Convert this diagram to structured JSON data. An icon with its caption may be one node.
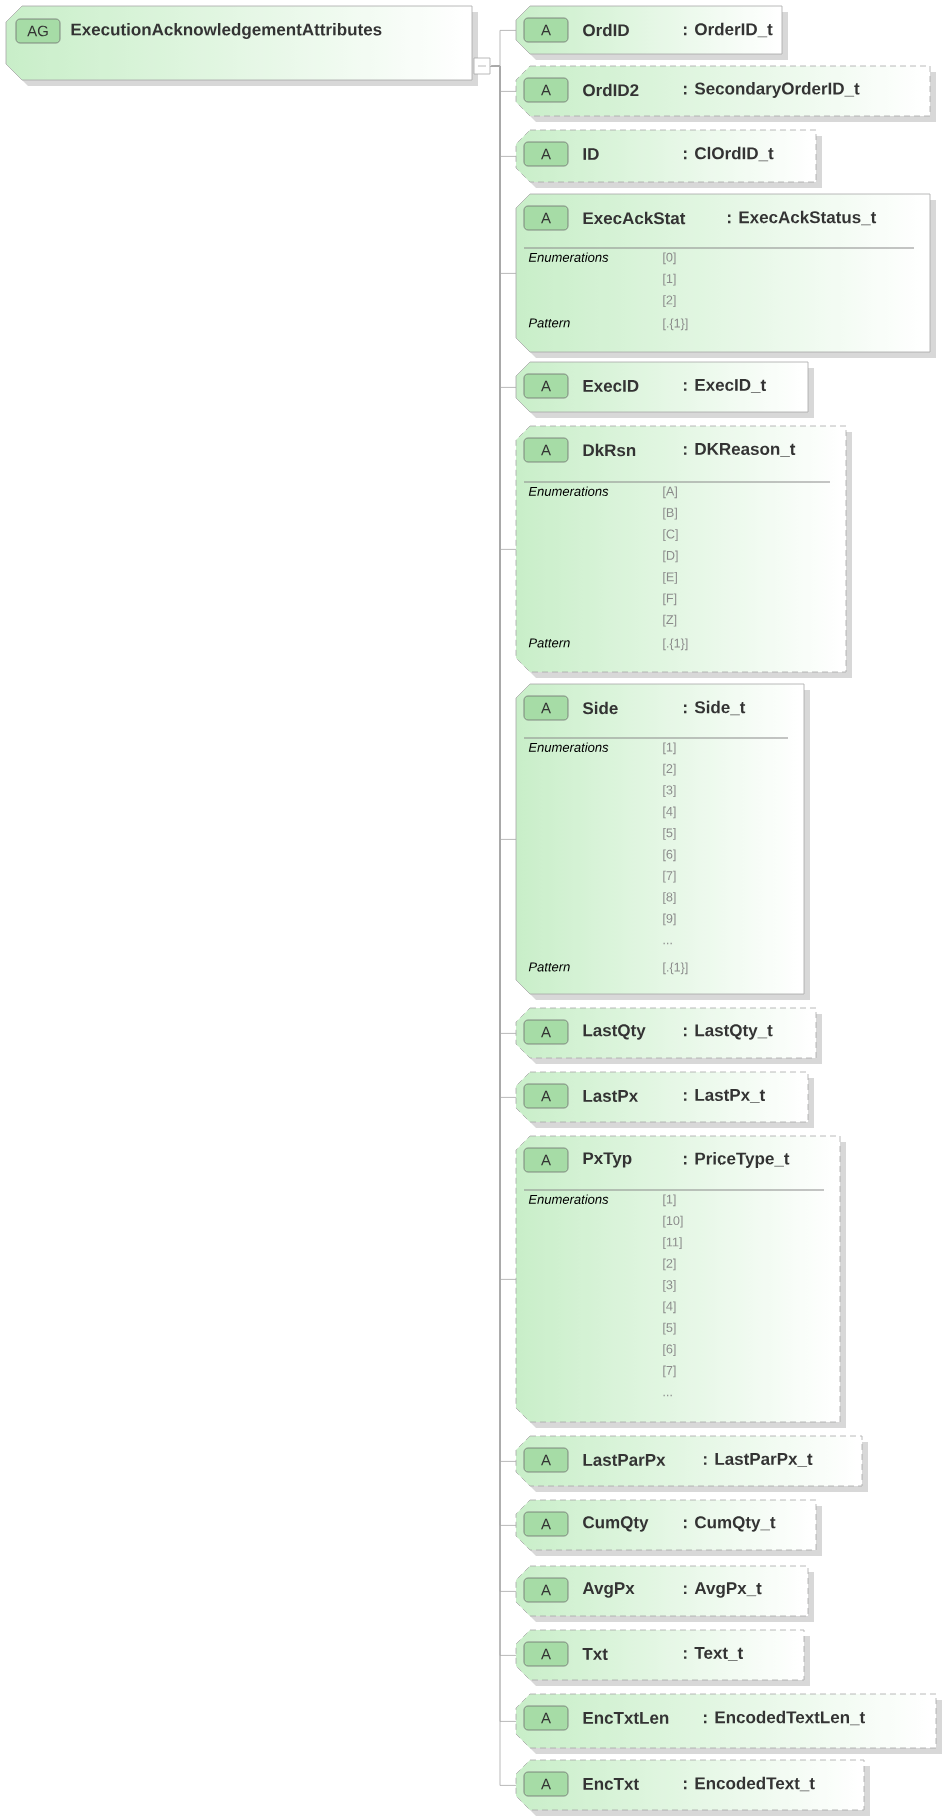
{
  "diagram": {
    "nodes": [
      {
        "text": [
          "AG",
          "ExecutionAcknowledgementAttributes"
        ]
      },
      {
        "text": [
          "A",
          "OrdID",
          ": OrderID_t"
        ]
      },
      {
        "text": [
          "A",
          "OrdID2",
          ": SecondaryOrderID_t"
        ]
      },
      {
        "text": [
          "A",
          "ID",
          ": ClOrdID_t"
        ]
      },
      {
        "text": [
          "A",
          "ExecAckStat",
          ": ExecAckStatus_t",
          "Enumerations",
          "[0] [1] [2]",
          "Pattern",
          "[.{1}]"
        ]
      },
      {
        "text": [
          "A",
          "ExecID",
          ": ExecID_t"
        ]
      },
      {
        "text": [
          "A",
          "DkRsn",
          ": DKReason_t",
          "Enumerations",
          "[A] [B] [C] [D] [E] [F] [Z]",
          "Pattern",
          "[.{1}]"
        ]
      },
      {
        "text": [
          "A",
          "Side",
          ": Side_t",
          "Enumerations",
          "[1] [2] [3] [4] [5] [6] [7] [8] [9] ...",
          "Pattern",
          "[.{1}]"
        ]
      },
      {
        "text": [
          "A",
          "LastQty",
          ": LastQty_t"
        ]
      },
      {
        "text": [
          "A",
          "LastPx",
          ": LastPx_t"
        ]
      },
      {
        "text": [
          "A",
          "PxTyp",
          ": PriceType_t",
          "Enumerations",
          "[1] [10] [11] [2] [3] [4] [5] [6] [7] ..."
        ]
      },
      {
        "text": [
          "A",
          "LastParPx",
          ": LastParPx_t"
        ]
      },
      {
        "text": [
          "A",
          "CumQty",
          ": CumQty_t"
        ]
      },
      {
        "text": [
          "A",
          "AvgPx",
          ": AvgPx_t"
        ]
      },
      {
        "text": [
          "A",
          "Txt",
          ": Text_t"
        ]
      },
      {
        "text": [
          "A",
          "EncTxtLen",
          ": EncodedTextLen_t"
        ]
      },
      {
        "text": [
          "A",
          "EncTxt",
          ": EncodedText_t"
        ]
      }
    ],
    "edges": [
      {
        "from": 0,
        "to": 1,
        "arrow": "none"
      },
      {
        "from": 0,
        "to": 2,
        "arrow": "none"
      },
      {
        "from": 0,
        "to": 3,
        "arrow": "none"
      },
      {
        "from": 0,
        "to": 4,
        "arrow": "none"
      },
      {
        "from": 0,
        "to": 5,
        "arrow": "none"
      },
      {
        "from": 0,
        "to": 6,
        "arrow": "none"
      },
      {
        "from": 0,
        "to": 7,
        "arrow": "none"
      },
      {
        "from": 0,
        "to": 8,
        "arrow": "none"
      },
      {
        "from": 0,
        "to": 9,
        "arrow": "none"
      },
      {
        "from": 0,
        "to": 10,
        "arrow": "none"
      },
      {
        "from": 0,
        "to": 11,
        "arrow": "none"
      },
      {
        "from": 0,
        "to": 12,
        "arrow": "none"
      },
      {
        "from": 0,
        "to": 13,
        "arrow": "none"
      },
      {
        "from": 0,
        "to": 14,
        "arrow": "none"
      },
      {
        "from": 0,
        "to": 15,
        "arrow": "none"
      },
      {
        "from": 0,
        "to": 16,
        "arrow": "none"
      }
    ]
  }
}
